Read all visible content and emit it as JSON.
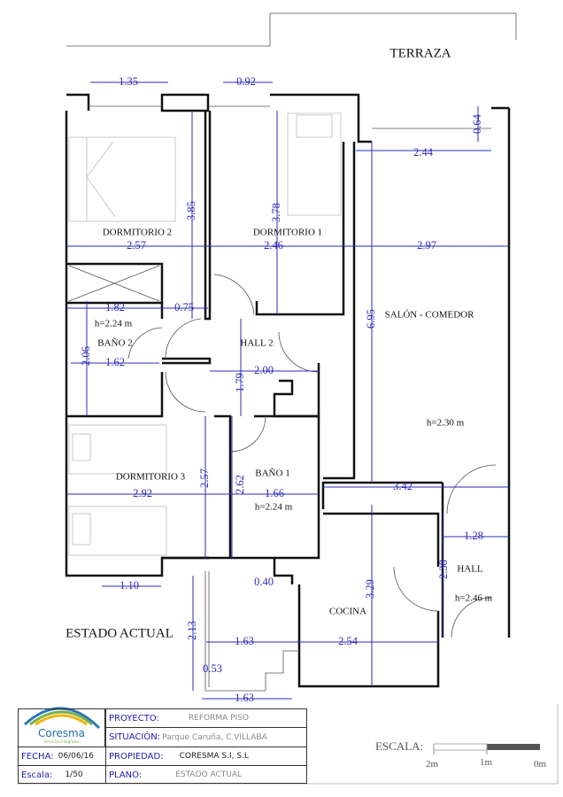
{
  "drawing": {
    "plan_title": "ESTADO ACTUAL",
    "terrace_label": "TERRAZA",
    "rooms": {
      "dormitorio_2": "DORMITORIO 2",
      "dormitorio_1": "DORMITORIO 1",
      "salon_comedor": "SALÓN - COMEDOR",
      "hall_2": "HALL 2",
      "bano_2": "BAÑO 2",
      "dormitorio_3": "DORMITORIO 3",
      "bano_1": "BAÑO 1",
      "hall": "HALL",
      "cocina": "COCINA"
    },
    "heights": {
      "bano_2": "h=2.24 m",
      "salon": "h=2.30 m",
      "bano_1": "h=2.24 m",
      "hall": "h=2.46 m"
    },
    "dimensions": {
      "dorm2_window": "1.35",
      "dorm1_window": "0.92",
      "terrace_wall": "0.64",
      "terrace_door": "2.44",
      "dorm2_depth": "3.85",
      "dorm1_depth": "3.78",
      "dorm2_width": "2.57",
      "dorm1_width": "2.46",
      "salon_width": "2.97",
      "salon_depth": "6.95",
      "bano2_width": "1.82",
      "passage": "0.75",
      "bano2_depth": "2.06",
      "bano2_inner": "1.62",
      "hall2_width": "2.00",
      "hall2_depth": "1.79",
      "dorm3_depth": "2.57",
      "bano1_depth": "2.62",
      "dorm3_width": "2.92",
      "bano1_width": "1.66",
      "salon_lower": "3.42",
      "hall_width": "1.28",
      "hall_depth": "2.38",
      "dorm3_window": "1.10",
      "kitchen_wall": "0.40",
      "kitchen_depth": "3.29",
      "balcony_depth": "2.13",
      "balcony_width": "1.63",
      "kitchen_width": "2.54",
      "balcony_step": "0.53",
      "balcony_bottom": "1.63"
    },
    "dimension_color": "#2b2bb8"
  },
  "title_block": {
    "logo_name": "Coresma",
    "logo_sub": "Servicios Integrales",
    "proyecto_label": "PROYECTO:",
    "proyecto_value": "REFORMA PISO",
    "situacion_label": "SITUACIÓN:",
    "situacion_value": "Parque Caruña, C.VILLABA",
    "fecha_label": "FECHA:",
    "fecha_value": "06/06/16",
    "propiedad_label": "PROPIEDAD:",
    "propiedad_value": "CORESMA S.I, S.L",
    "escala_label": "Escala:",
    "escala_value": "1/50",
    "plano_label": "PLANO:",
    "plano_value": "ESTADO ACTUAL"
  },
  "scale_bar": {
    "label": "ESCALA:",
    "ticks": [
      "2m",
      "1m",
      "0m"
    ]
  }
}
